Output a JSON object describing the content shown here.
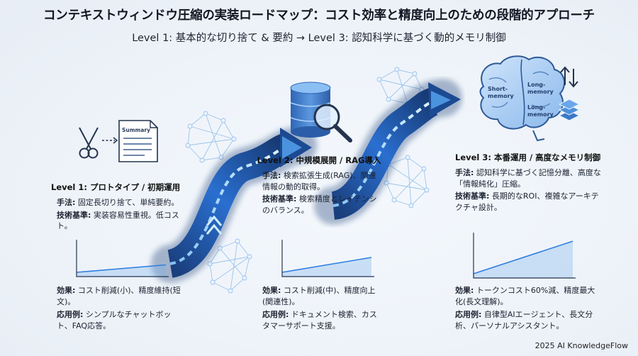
{
  "header": {
    "title": "コンテキストウィンドウ圧縮の実装ロードマップ：コスト効率と精度向上のための段階的アプローチ",
    "subtitle": "Level 1: 基本的な切り捨て & 要約 → Level 3: 認知科学に基づく動的メモリ制御"
  },
  "levels": [
    {
      "title": "Level 1: プロトタイプ / 初期運用",
      "method_label": "手法:",
      "method": "固定長切り捨て、単純要約。",
      "tech_label": "技術基準:",
      "tech": "実装容易性重視。低コスト。",
      "effect_label": "効果:",
      "effect": "コスト削減(小)、精度維持(短文)。",
      "use_label": "応用例:",
      "use": "シンプルなチャットボット、FAQ応答。",
      "icon_text": "Summary",
      "chart_growth": 0.25
    },
    {
      "title": "Level 2: 中規模展開 / RAG導入",
      "method_label": "手法:",
      "method": "検索拡張生成(RAG)、関連情報の動的取得。",
      "tech_label": "技術基準:",
      "tech": "検索精度とレイテンシのバランス。",
      "effect_label": "効果:",
      "effect": "コスト削減(中)、精度向上(関連性)。",
      "use_label": "応用例:",
      "use": "ドキュメント検索、カスタマーサポート支援。",
      "chart_growth": 0.5
    },
    {
      "title": "Level 3: 本番運用 / 高度なメモリ制御",
      "method_label": "手法:",
      "method": "認知科学に基づく記憶分離、高度な「情報純化」圧縮。",
      "tech_label": "技術基準:",
      "tech": "長期的なROI、複雑なアーキテクチャ設計。",
      "effect_label": "効果:",
      "effect": "トークンコスト60%減、精度最大化(長文理解)。",
      "use_label": "応用例:",
      "use": "自律型AIエージェント、長文分析、パーソナルアシスタント。",
      "brain_labels": [
        "Short-memory",
        "Long-memory",
        "Long-memory"
      ],
      "chart_growth": 0.85
    }
  ],
  "footer": "2025 AI KnowledgeFlow",
  "colors": {
    "accent": "#2f7fe0",
    "flow_dark": "#1e4a8f",
    "flow_light": "#5fb2ff",
    "icon_blue": "#3a78c8",
    "network": "#8fbbe6"
  }
}
